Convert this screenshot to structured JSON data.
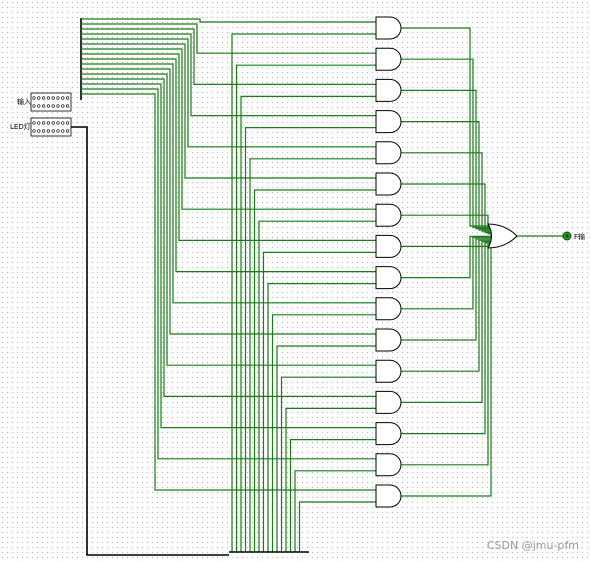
{
  "components": {
    "input_label": "输入",
    "led_label": "LED灯",
    "output_label": "F输"
  },
  "watermark": "CSDN @jmu-pfm",
  "colors": {
    "wire": "#1b7a1b",
    "gate_stroke": "#000000",
    "background": "#ffffff",
    "output_pin": "#2f9a2f"
  },
  "circuit": {
    "and_gate_count": 16,
    "or_gate_inputs": 16
  }
}
